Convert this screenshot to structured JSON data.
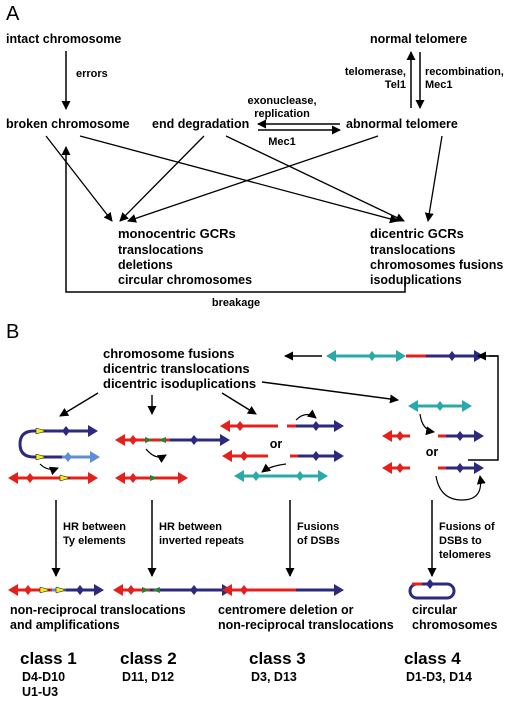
{
  "panel_a": {
    "label": "A",
    "intact_chromosome": "intact chromosome",
    "errors": "errors",
    "broken_chromosome": "broken chromosome",
    "end_degradation": "end degradation",
    "exonuclease": "exonuclease,",
    "replication": "replication",
    "mec1_mid": "Mec1",
    "normal_telomere": "normal telomere",
    "telomerase": "telomerase,",
    "tel1": "Tel1",
    "recombination": "recombination,",
    "mec1_right": "Mec1",
    "abnormal_telomere": "abnormal telomere",
    "monocentric": {
      "title": "monocentric GCRs",
      "items": [
        "translocations",
        "deletions",
        "circular chromosomes"
      ]
    },
    "dicentric": {
      "title": "dicentric GCRs",
      "items": [
        "translocations",
        "chromosomes fusions",
        "isoduplications"
      ]
    },
    "breakage": "breakage"
  },
  "panel_b": {
    "label": "B",
    "header_lines": [
      "chromosome fusions",
      "dicentric translocations",
      "dicentric isoduplications"
    ],
    "or_1": "or",
    "or_2": "or",
    "mech_1": [
      "HR between",
      "Ty elements"
    ],
    "mech_2": [
      "HR between",
      "inverted repeats"
    ],
    "mech_3": [
      "Fusions",
      "of DSBs"
    ],
    "mech_4": [
      "Fusions of",
      "DSBs to",
      "telomeres"
    ],
    "outcome_1": [
      "non-reciprocal translocations",
      "and amplifications"
    ],
    "outcome_3": [
      "centromere deletion or",
      "non-reciprocal translocations"
    ],
    "outcome_4": [
      "circular",
      "chromosomes"
    ],
    "classes": [
      {
        "name": "class 1",
        "lines": [
          "D4-D10",
          "U1-U3"
        ]
      },
      {
        "name": "class 2",
        "lines": [
          "D11, D12"
        ]
      },
      {
        "name": "class 3",
        "lines": [
          "D3, D13"
        ]
      },
      {
        "name": "class 4",
        "lines": [
          "D1-D3, D14"
        ]
      }
    ]
  },
  "colors": {
    "red": "#e3201b",
    "navy": "#2b2a7e",
    "teal": "#29aaa8",
    "lightblue": "#5c8fd3",
    "yellow": "#f4ee1e",
    "green": "#2f7d38"
  }
}
